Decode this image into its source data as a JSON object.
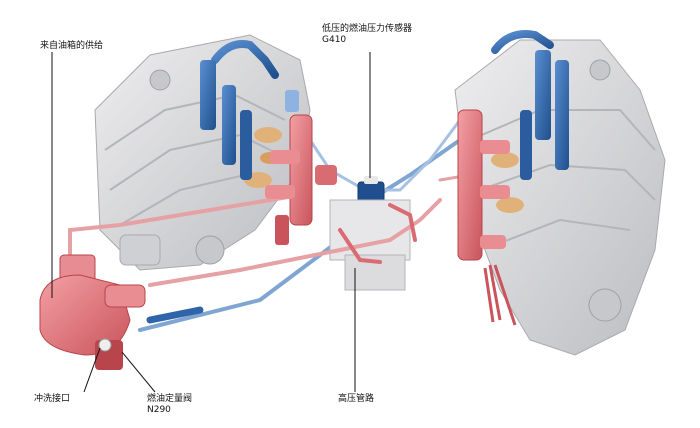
{
  "labels": {
    "fuel_supply": "来自油箱的供给",
    "low_pressure_sensor": "低压的燃油压力传感器",
    "low_pressure_sensor_code": "G410",
    "flush_port": "冲洗接口",
    "metering_valve": "燃油定量阀",
    "metering_valve_code": "N290",
    "high_pressure_line": "高压管路"
  },
  "colors": {
    "engine_grey": "#d9d9db",
    "engine_dark": "#a9aaae",
    "low_pressure_blue": "#2f64a8",
    "high_pressure_red": "#d96b72",
    "pump_red": "#e06a70",
    "fitting_white": "#eeeeee"
  }
}
